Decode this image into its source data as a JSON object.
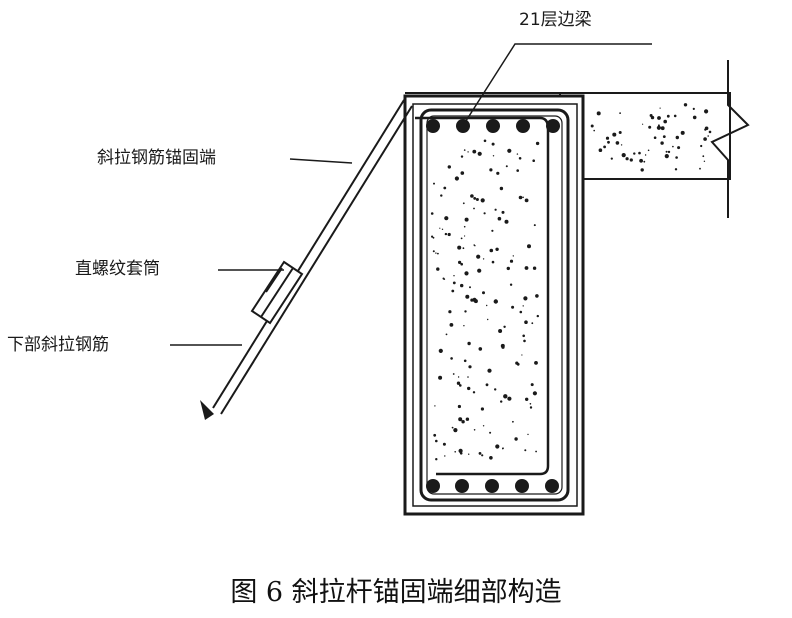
{
  "labels": {
    "beam": "21层边梁",
    "anchor_end": "斜拉钢筋锚固端",
    "coupler": "直螺纹套筒",
    "lower_bar": "下部斜拉钢筋"
  },
  "caption": "图 6 斜拉杆锚固端细部构造",
  "colors": {
    "line": "#1a1a1a",
    "background": "#ffffff"
  }
}
